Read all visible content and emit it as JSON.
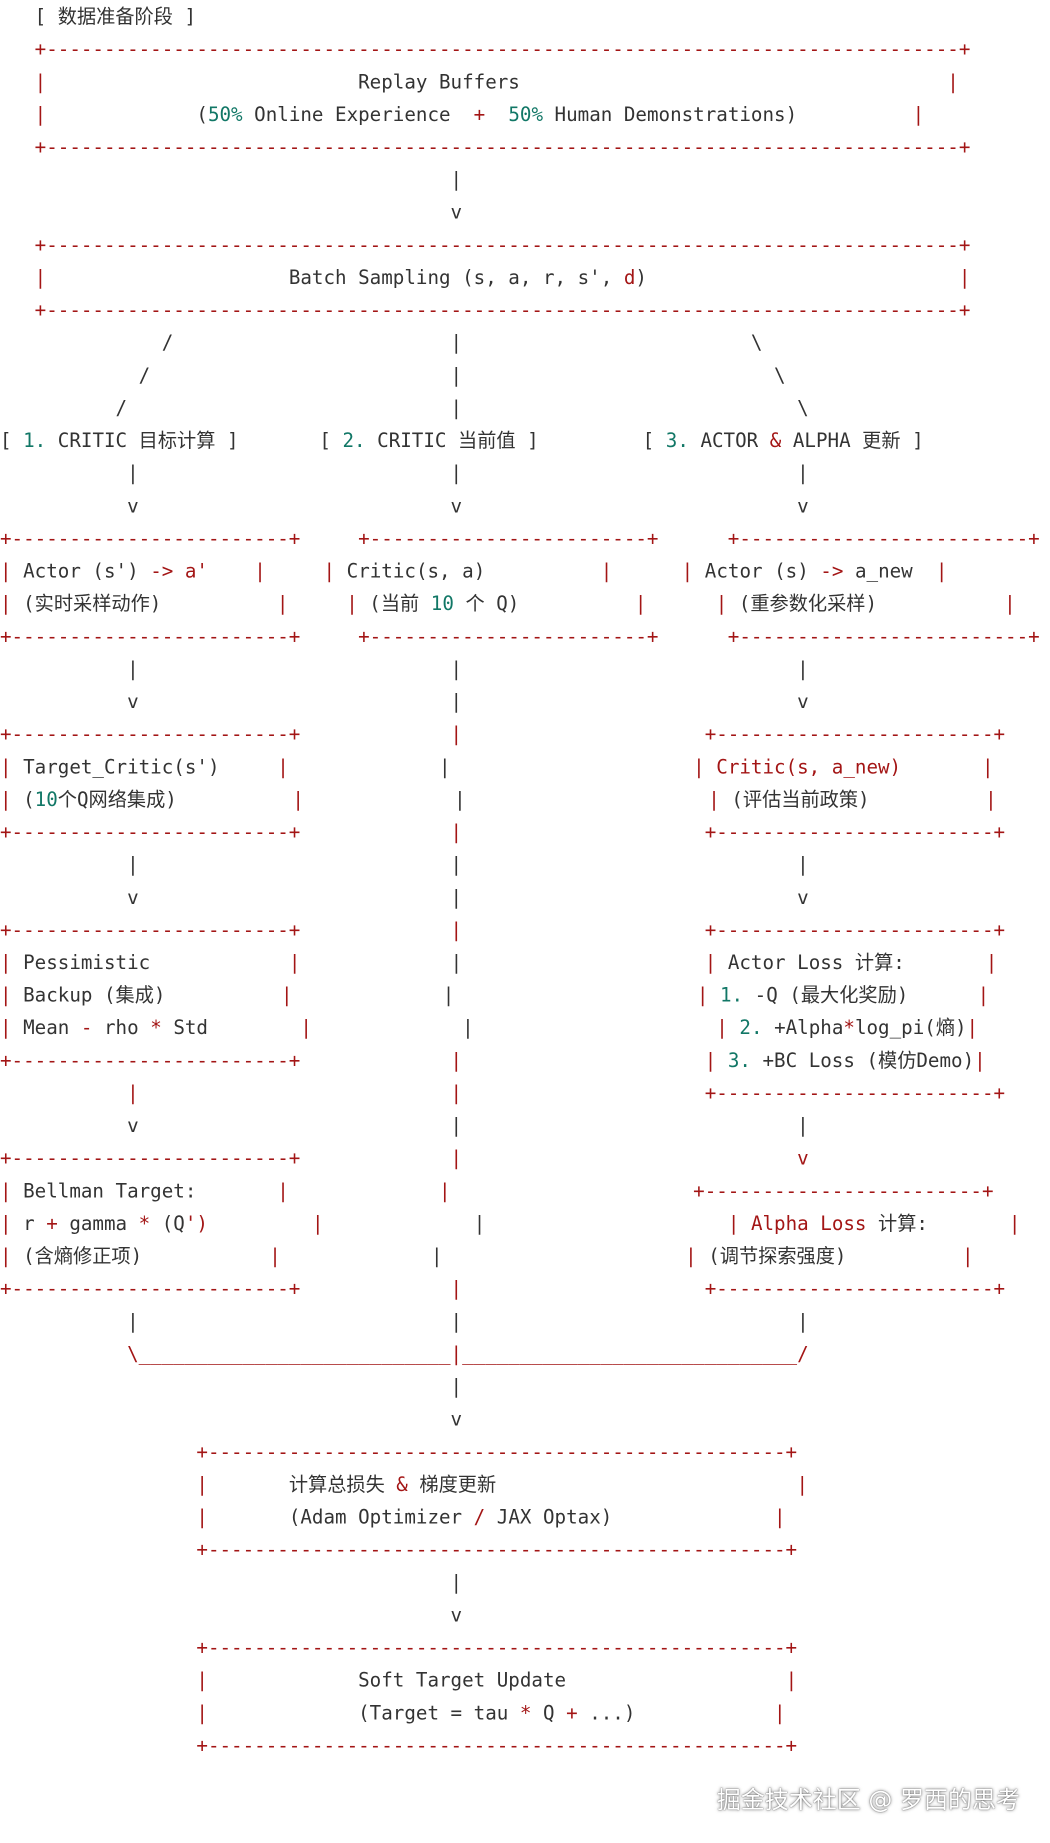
{
  "lines": [
    [
      [
        "   [ 数据准备阶段 ]",
        "plain"
      ]
    ],
    [
      [
        "   +-------------------------------------------------------------------------------+",
        "red"
      ]
    ],
    [
      [
        "   |",
        "red"
      ],
      [
        "                           Replay Buffers",
        "plain"
      ],
      [
        "                                     |",
        "red"
      ]
    ],
    [
      [
        "   |",
        "red"
      ],
      [
        "             (",
        "plain"
      ],
      [
        "50%",
        "teal"
      ],
      [
        " Online Experience  ",
        "plain"
      ],
      [
        "+",
        "red"
      ],
      [
        "  ",
        "plain"
      ],
      [
        "50%",
        "teal"
      ],
      [
        " Human Demonstrations)",
        "plain"
      ],
      [
        "          |",
        "red"
      ]
    ],
    [
      [
        "   +-------------------------------------------------------------------------------+",
        "red"
      ]
    ],
    [
      [
        "                                       |",
        "plain"
      ]
    ],
    [
      [
        "                                       v",
        "plain"
      ]
    ],
    [
      [
        "   +-------------------------------------------------------------------------------+",
        "red"
      ]
    ],
    [
      [
        "   |",
        "red"
      ],
      [
        "                     Batch Sampling (s, a, r, s', ",
        "plain"
      ],
      [
        "d",
        "red"
      ],
      [
        ")",
        "plain"
      ],
      [
        "                           |",
        "red"
      ]
    ],
    [
      [
        "   +-------------------------------------------------------------------------------+",
        "red"
      ]
    ],
    [
      [
        "              /                        |                         \\",
        "plain"
      ]
    ],
    [
      [
        "            /                          |                           \\",
        "plain"
      ]
    ],
    [
      [
        "          /                            |                             \\",
        "plain"
      ]
    ],
    [
      [
        "[ ",
        "plain"
      ],
      [
        "1.",
        "teal"
      ],
      [
        " CRITIC 目标计算 ]       [ ",
        "plain"
      ],
      [
        "2.",
        "teal"
      ],
      [
        " CRITIC 当前值 ]         [ ",
        "plain"
      ],
      [
        "3.",
        "teal"
      ],
      [
        " ACTOR ",
        "plain"
      ],
      [
        "&",
        "red"
      ],
      [
        " ALPHA 更新 ]",
        "plain"
      ]
    ],
    [
      [
        "           |                           |                             |",
        "plain"
      ]
    ],
    [
      [
        "           v                           v                             v",
        "plain"
      ]
    ],
    [
      [
        "+------------------------+     +------------------------+      +-------------------------+",
        "red"
      ]
    ],
    [
      [
        "|",
        "red"
      ],
      [
        " Actor (s') ",
        "plain"
      ],
      [
        "->",
        "red"
      ],
      [
        " ",
        "plain"
      ],
      [
        "a'",
        "red"
      ],
      [
        "    ",
        "plain"
      ],
      [
        "|",
        "red"
      ],
      [
        "     ",
        "plain"
      ],
      [
        "|",
        "red"
      ],
      [
        " Critic(s, a)",
        "plain"
      ],
      [
        "          |",
        "red"
      ],
      [
        "      ",
        "plain"
      ],
      [
        "|",
        "red"
      ],
      [
        " Actor (s) ",
        "plain"
      ],
      [
        "->",
        "red"
      ],
      [
        " a_new",
        "plain"
      ],
      [
        "  |",
        "red"
      ]
    ],
    [
      [
        "|",
        "red"
      ],
      [
        " (实时采样动作)",
        "plain"
      ],
      [
        "          |",
        "red"
      ],
      [
        "     ",
        "plain"
      ],
      [
        "|",
        "red"
      ],
      [
        " (当前 ",
        "plain"
      ],
      [
        "10",
        "teal"
      ],
      [
        " 个 Q)",
        "plain"
      ],
      [
        "          |",
        "red"
      ],
      [
        "      ",
        "plain"
      ],
      [
        "|",
        "red"
      ],
      [
        " (重参数化采样)",
        "plain"
      ],
      [
        "           |",
        "red"
      ]
    ],
    [
      [
        "+------------------------+     +------------------------+      +-------------------------+",
        "red"
      ]
    ],
    [
      [
        "           |                           |                             |",
        "plain"
      ]
    ],
    [
      [
        "           v                           |                             v",
        "plain"
      ]
    ],
    [
      [
        "+------------------------+             |                     +------------------------+",
        "red"
      ]
    ],
    [
      [
        "|",
        "red"
      ],
      [
        " Target_Critic(s')",
        "plain"
      ],
      [
        "     |",
        "red"
      ],
      [
        "             |                     ",
        "plain"
      ],
      [
        "| Critic(s, a_new)",
        "red"
      ],
      [
        "       |",
        "red"
      ]
    ],
    [
      [
        "|",
        "red"
      ],
      [
        " (",
        "plain"
      ],
      [
        "10",
        "teal"
      ],
      [
        "个Q网络集成)",
        "plain"
      ],
      [
        "          |",
        "red"
      ],
      [
        "             |                     ",
        "plain"
      ],
      [
        "|",
        "red"
      ],
      [
        " (评估当前政策)",
        "plain"
      ],
      [
        "          |",
        "red"
      ]
    ],
    [
      [
        "+------------------------+             |                     +------------------------+",
        "red"
      ]
    ],
    [
      [
        "           |                           |                             |",
        "plain"
      ]
    ],
    [
      [
        "           v                           |                             v",
        "plain"
      ]
    ],
    [
      [
        "+------------------------+             |                     +------------------------+",
        "red"
      ]
    ],
    [
      [
        "|",
        "red"
      ],
      [
        " Pessimistic",
        "plain"
      ],
      [
        "            |",
        "red"
      ],
      [
        "             |                     ",
        "plain"
      ],
      [
        "|",
        "red"
      ],
      [
        " Actor Loss 计算:",
        "plain"
      ],
      [
        "       |",
        "red"
      ]
    ],
    [
      [
        "|",
        "red"
      ],
      [
        " Backup (集成)",
        "plain"
      ],
      [
        "          |",
        "red"
      ],
      [
        "             |                     ",
        "plain"
      ],
      [
        "|",
        "red"
      ],
      [
        " ",
        "plain"
      ],
      [
        "1.",
        "teal"
      ],
      [
        " -Q (最大化奖励)",
        "plain"
      ],
      [
        "      |",
        "red"
      ]
    ],
    [
      [
        "|",
        "red"
      ],
      [
        " Mean ",
        "plain"
      ],
      [
        "-",
        "red"
      ],
      [
        " rho ",
        "plain"
      ],
      [
        "*",
        "red"
      ],
      [
        " Std",
        "plain"
      ],
      [
        "        |",
        "red"
      ],
      [
        "             |                     ",
        "plain"
      ],
      [
        "|",
        "red"
      ],
      [
        " ",
        "plain"
      ],
      [
        "2.",
        "teal"
      ],
      [
        " +Alpha",
        "plain"
      ],
      [
        "*",
        "red"
      ],
      [
        "log_pi(熵)",
        "plain"
      ],
      [
        "|",
        "red"
      ]
    ],
    [
      [
        "+------------------------+             |                     ",
        "red"
      ],
      [
        "|",
        "red"
      ],
      [
        " ",
        "plain"
      ],
      [
        "3.",
        "teal"
      ],
      [
        " +BC Loss (模仿Demo)",
        "plain"
      ],
      [
        "|",
        "red"
      ]
    ],
    [
      [
        "           |                           |                     +------------------------+",
        "red"
      ]
    ],
    [
      [
        "           v                           |                             |",
        "plain"
      ]
    ],
    [
      [
        "+------------------------+             |                             v",
        "red"
      ]
    ],
    [
      [
        "|",
        "red"
      ],
      [
        " Bellman Target:",
        "plain"
      ],
      [
        "       |",
        "red"
      ],
      [
        "             |                     +------------------------+",
        "red"
      ]
    ],
    [
      [
        "|",
        "red"
      ],
      [
        " r ",
        "plain"
      ],
      [
        "+",
        "red"
      ],
      [
        " gamma ",
        "plain"
      ],
      [
        "*",
        "red"
      ],
      [
        " (Q",
        "plain"
      ],
      [
        "')",
        "red"
      ],
      [
        "         |",
        "red"
      ],
      [
        "             |                     ",
        "plain"
      ],
      [
        "| Alpha Loss",
        "red"
      ],
      [
        " 计算:",
        "plain"
      ],
      [
        "       |",
        "red"
      ]
    ],
    [
      [
        "|",
        "red"
      ],
      [
        " (含熵修正项)",
        "plain"
      ],
      [
        "           |",
        "red"
      ],
      [
        "             |                     ",
        "plain"
      ],
      [
        "|",
        "red"
      ],
      [
        " (调节探索强度)",
        "plain"
      ],
      [
        "          |",
        "red"
      ]
    ],
    [
      [
        "+------------------------+             |                     +------------------------+",
        "red"
      ]
    ],
    [
      [
        "           |                           |                             |",
        "plain"
      ]
    ],
    [
      [
        "           \\___________________________|_____________________________/",
        "red"
      ]
    ],
    [
      [
        "                                       |",
        "plain"
      ]
    ],
    [
      [
        "                                       v",
        "plain"
      ]
    ],
    [
      [
        "                 +--------------------------------------------------+",
        "red"
      ]
    ],
    [
      [
        "                 |",
        "red"
      ],
      [
        "       计算总损失 ",
        "plain"
      ],
      [
        "&",
        "red"
      ],
      [
        " 梯度更新",
        "plain"
      ],
      [
        "                          |",
        "red"
      ]
    ],
    [
      [
        "                 |",
        "red"
      ],
      [
        "       (Adam Optimizer ",
        "plain"
      ],
      [
        "/",
        "red"
      ],
      [
        " JAX Optax)",
        "plain"
      ],
      [
        "              |",
        "red"
      ]
    ],
    [
      [
        "                 +--------------------------------------------------+",
        "red"
      ]
    ],
    [
      [
        "                                       |",
        "plain"
      ]
    ],
    [
      [
        "                                       v",
        "plain"
      ]
    ],
    [
      [
        "                 +--------------------------------------------------+",
        "red"
      ]
    ],
    [
      [
        "                 |",
        "red"
      ],
      [
        "             Soft Target Update",
        "plain"
      ],
      [
        "                   |",
        "red"
      ]
    ],
    [
      [
        "                 |",
        "red"
      ],
      [
        "             (Target = tau ",
        "plain"
      ],
      [
        "*",
        "red"
      ],
      [
        " Q ",
        "plain"
      ],
      [
        "+",
        "red"
      ],
      [
        " ...)",
        "plain"
      ],
      [
        "            |",
        "red"
      ]
    ],
    [
      [
        "                 +--------------------------------------------------+",
        "red"
      ]
    ]
  ],
  "watermark": "掘金技术社区 @ 罗西的思考"
}
